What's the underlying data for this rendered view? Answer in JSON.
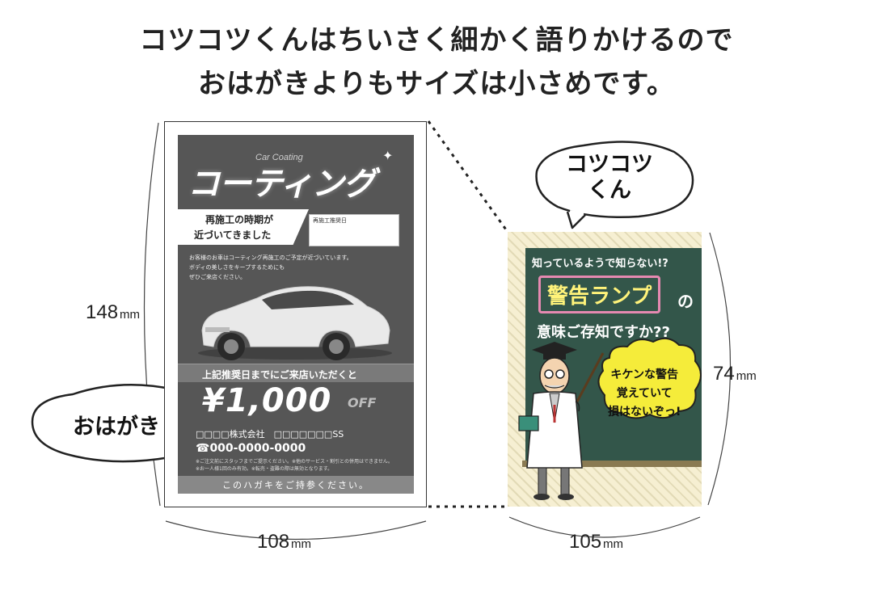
{
  "headline": {
    "line1": "コツコツくんはちいさく細かく語りかけるので",
    "line2": "おはがきよりもサイズは小さめです。"
  },
  "postcard": {
    "bubble_label": "おはがき",
    "height_value": "148",
    "width_value": "108",
    "unit": "mm",
    "title_small": "Car Coating",
    "title": "コーティング",
    "ribbon_line1": "再施工の時期が",
    "ribbon_line2": "近づいてきました",
    "date_label": "再施工推奨日",
    "body_line1": "お客様のお車はコーティング再施工のご予定が近づいています。",
    "body_line2": "ボディの美しさをキープするためにも",
    "body_line3": "ぜひご来店ください。",
    "band_text": "上記推奨日までにご来店いただくと",
    "price": "¥1,000",
    "price_suffix": "OFF",
    "company": "□□□□株式会社　□□□□□□□SS",
    "phone": "☎000-0000-0000",
    "note_line1": "※ご注文前にスタッフまでご提示ください。※他のサービス・割引との併用はできません。",
    "note_line2": "※お一人様1回のみ有効。※転売・盗難の際は無効となります。",
    "footer": "このハガキをご持参ください。"
  },
  "kotsukotsu": {
    "bubble_label_line1": "コツコツ",
    "bubble_label_line2": "くん",
    "height_value": "74",
    "width_value": "105",
    "unit": "mm",
    "line1": "知っているようで知らない!?",
    "warning": "警告ランプ",
    "particle": "の",
    "line3": "意味ご存知ですか??",
    "speech_line1": "キケンな警告",
    "speech_line2": "覚えていて",
    "speech_line3": "損はないぞっ!"
  },
  "colors": {
    "board": "#33564a",
    "warning_text": "#fff37a",
    "warning_border": "#e689b1",
    "card_bg": "#f6efd2",
    "speech_yellow": "#f5ec3a",
    "postcard_gray": "#565656"
  }
}
